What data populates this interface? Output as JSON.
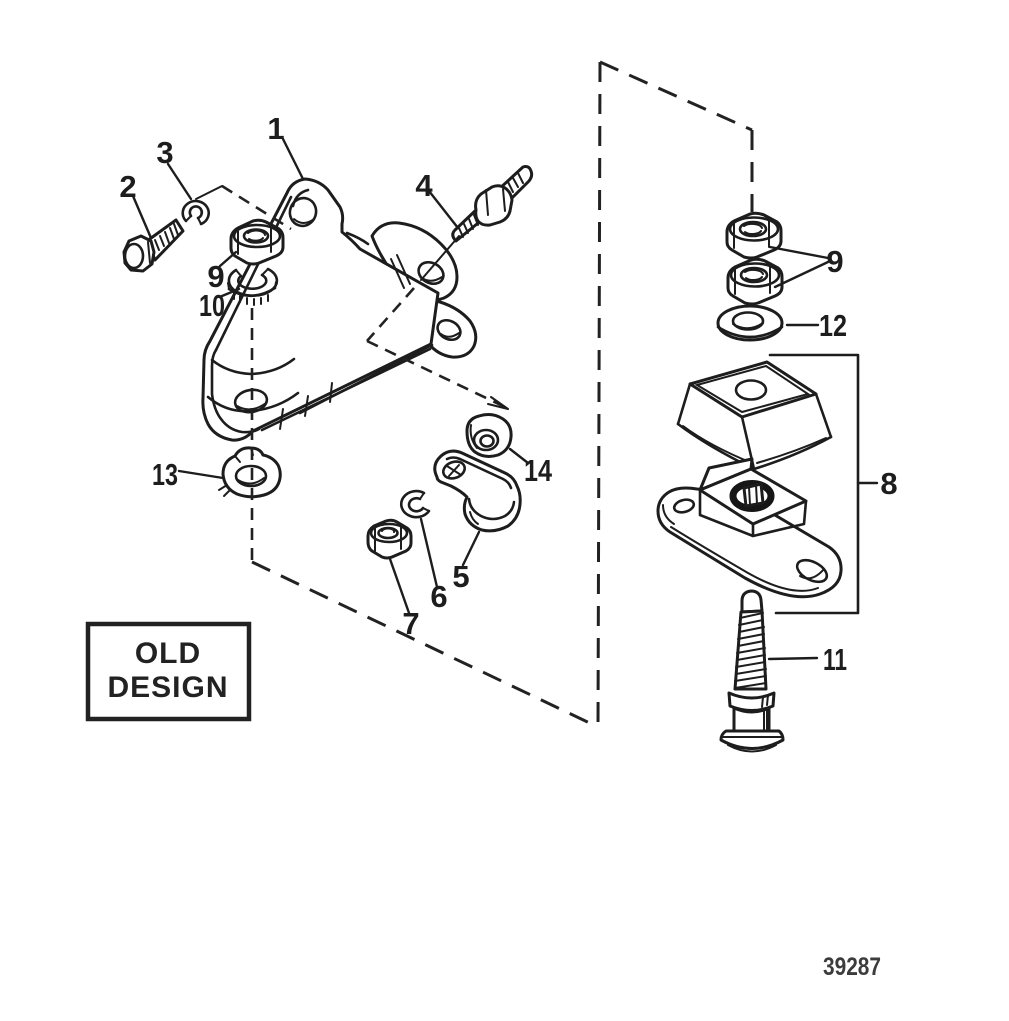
{
  "diagram": {
    "badge": {
      "line1": "OLD",
      "line2": "DESIGN"
    },
    "footer": {
      "drawing_number": "39287"
    },
    "callouts": {
      "c1": "1",
      "c2": "2",
      "c3": "3",
      "c4": "4",
      "c5": "5",
      "c6": "6",
      "c7": "7",
      "c8": "8",
      "c9_left": "9",
      "c9_right": "9",
      "c10": "10",
      "c11": "11",
      "c12": "12",
      "c13": "13",
      "c14": "14"
    },
    "colors": {
      "ink": "#1d1d1d",
      "paper": "#ffffff",
      "footer_ink": "#3c3c3c"
    }
  }
}
